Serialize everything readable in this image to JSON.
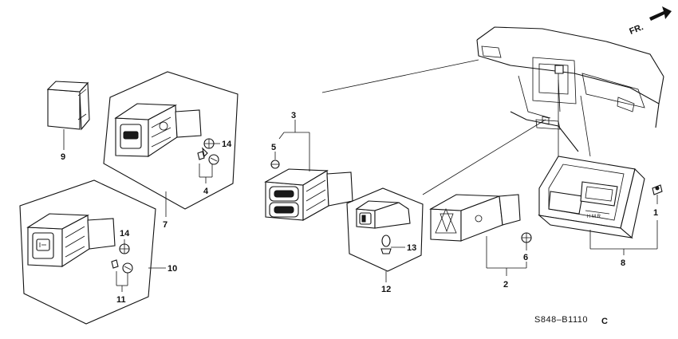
{
  "direction_label": "FR.",
  "diagram_code": "S848–B1110",
  "diagram_code_suffix": "C",
  "callouts": {
    "p1": "1",
    "p2": "2",
    "p3": "3",
    "p4": "4",
    "p5": "5",
    "p6": "6",
    "p7": "7",
    "p8": "8",
    "p9": "9",
    "p10": "10",
    "p11": "11",
    "p12": "12",
    "p13": "13",
    "p14a": "14",
    "p14b": "14"
  }
}
